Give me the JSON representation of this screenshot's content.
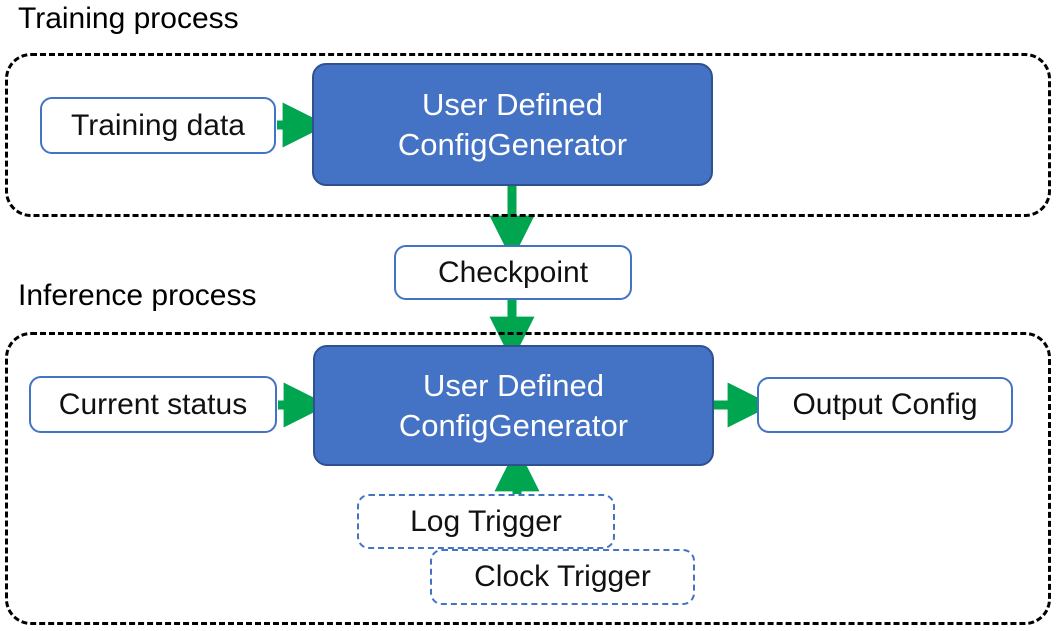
{
  "diagram": {
    "title_training": "Training process",
    "title_inference": "Inference process",
    "colors": {
      "primary_fill": "#4472C4",
      "primary_stroke": "#2F528F",
      "node_stroke": "#4472C4",
      "arrow": "#00A550",
      "group_stroke": "#000000",
      "text_dark": "#111111",
      "text_light": "#FFFFFF"
    },
    "groups": [
      {
        "id": "training",
        "label": "Training process"
      },
      {
        "id": "inference",
        "label": "Inference process"
      }
    ],
    "nodes": {
      "training_data": "Training data",
      "generator_training_line1": "User Defined",
      "generator_training_line2": "ConfigGenerator",
      "checkpoint": "Checkpoint",
      "current_status": "Current status",
      "generator_inference_line1": "User Defined",
      "generator_inference_line2": "ConfigGenerator",
      "output_config": "Output Config",
      "log_trigger": "Log Trigger",
      "clock_trigger": "Clock Trigger"
    },
    "edges": [
      {
        "from": "Training data",
        "to": "User Defined ConfigGenerator"
      },
      {
        "from": "User Defined ConfigGenerator",
        "to": "Checkpoint"
      },
      {
        "from": "Checkpoint",
        "to": "User Defined ConfigGenerator"
      },
      {
        "from": "Current status",
        "to": "User Defined ConfigGenerator"
      },
      {
        "from": "User Defined ConfigGenerator",
        "to": "Output Config"
      },
      {
        "from": "Log Trigger",
        "to": "User Defined ConfigGenerator"
      }
    ]
  }
}
